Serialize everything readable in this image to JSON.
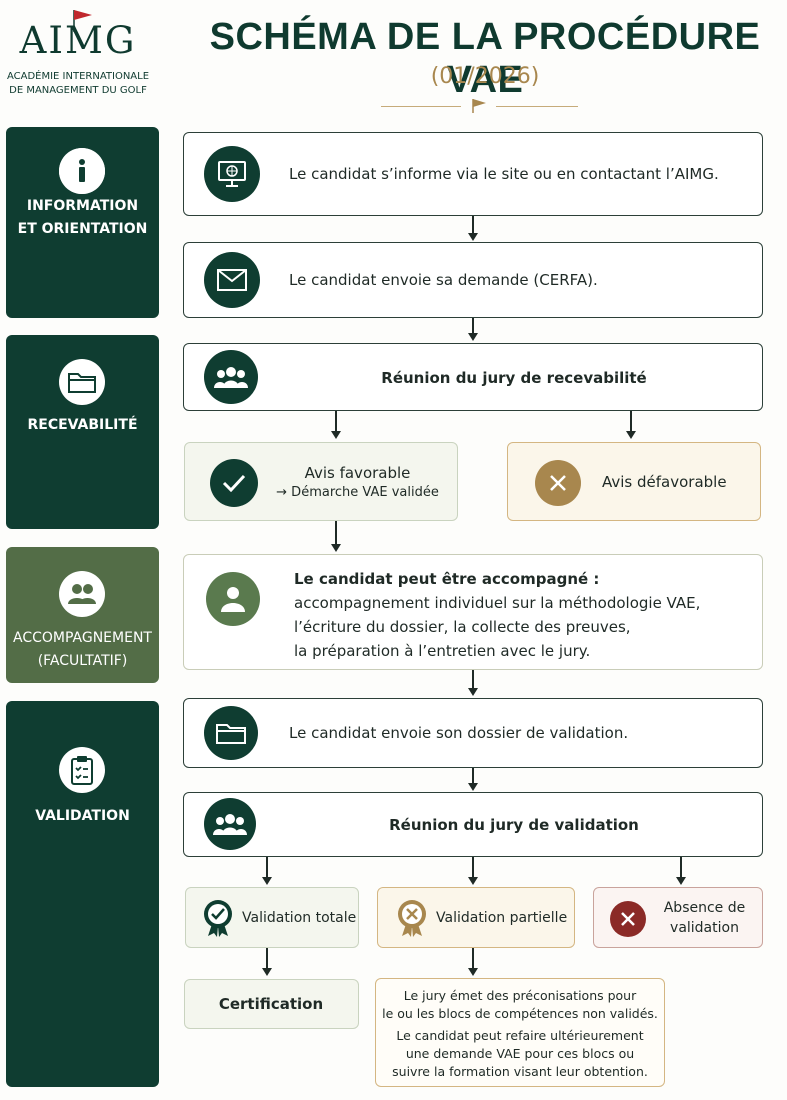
{
  "header": {
    "logo": "AIMG",
    "logo_subtitle_1": "ACADÉMIE INTERNATIONALE",
    "logo_subtitle_2": "DE MANAGEMENT DU GOLF",
    "title": "SCHÉMA DE LA PROCÉDURE VAE",
    "subtitle": "(01/2026)"
  },
  "sections": {
    "information": {
      "line1": "INFORMATION",
      "line2": "ET ORIENTATION",
      "icon": "info-icon"
    },
    "recevabilite": {
      "label": "RECEVABILITÉ",
      "icon": "folder-icon"
    },
    "accompagnement": {
      "line1": "ACCOMPAGNEMENT",
      "line2": "(FACULTATIF)",
      "icon": "users-icon"
    },
    "validation": {
      "label": "VALIDATION",
      "icon": "clipboard-icon"
    }
  },
  "steps": {
    "inform": "Le candidat s’informe via le site ou en contactant l’AIMG.",
    "demande": "Le candidat envoie sa demande (CERFA).",
    "jury_recevabilite": "Réunion du jury de recevabilité",
    "avis_favorable_1": "Avis favorable",
    "avis_favorable_2": "→ Démarche VAE validée",
    "avis_defavorable": "Avis défavorable",
    "accomp_title": "Le candidat peut être accompagné :",
    "accomp_line1": "accompagnement individuel sur la méthodologie VAE,",
    "accomp_line2": "l’écriture du dossier, la collecte des preuves,",
    "accomp_line3": "la préparation à l’entretien avec le jury.",
    "dossier": "Le candidat envoie son dossier de validation.",
    "jury_validation": "Réunion du jury de validation",
    "validation_totale": "Validation totale",
    "validation_partielle": "Validation partielle",
    "absence_1": "Absence de",
    "absence_2": "validation",
    "certification": "Certification",
    "preco_1": "Le jury émet des préconisations pour",
    "preco_2": "le ou les blocs de compétences non validés.",
    "preco_3": "Le candidat peut refaire ultérieurement",
    "preco_4": "une demande VAE pour ces blocs ou",
    "preco_5": "suivre la formation visant leur obtention."
  },
  "colors": {
    "dark_green": "#0f3d31",
    "olive": "#536d47",
    "gold": "#a8874e",
    "red": "#8b2a27"
  }
}
